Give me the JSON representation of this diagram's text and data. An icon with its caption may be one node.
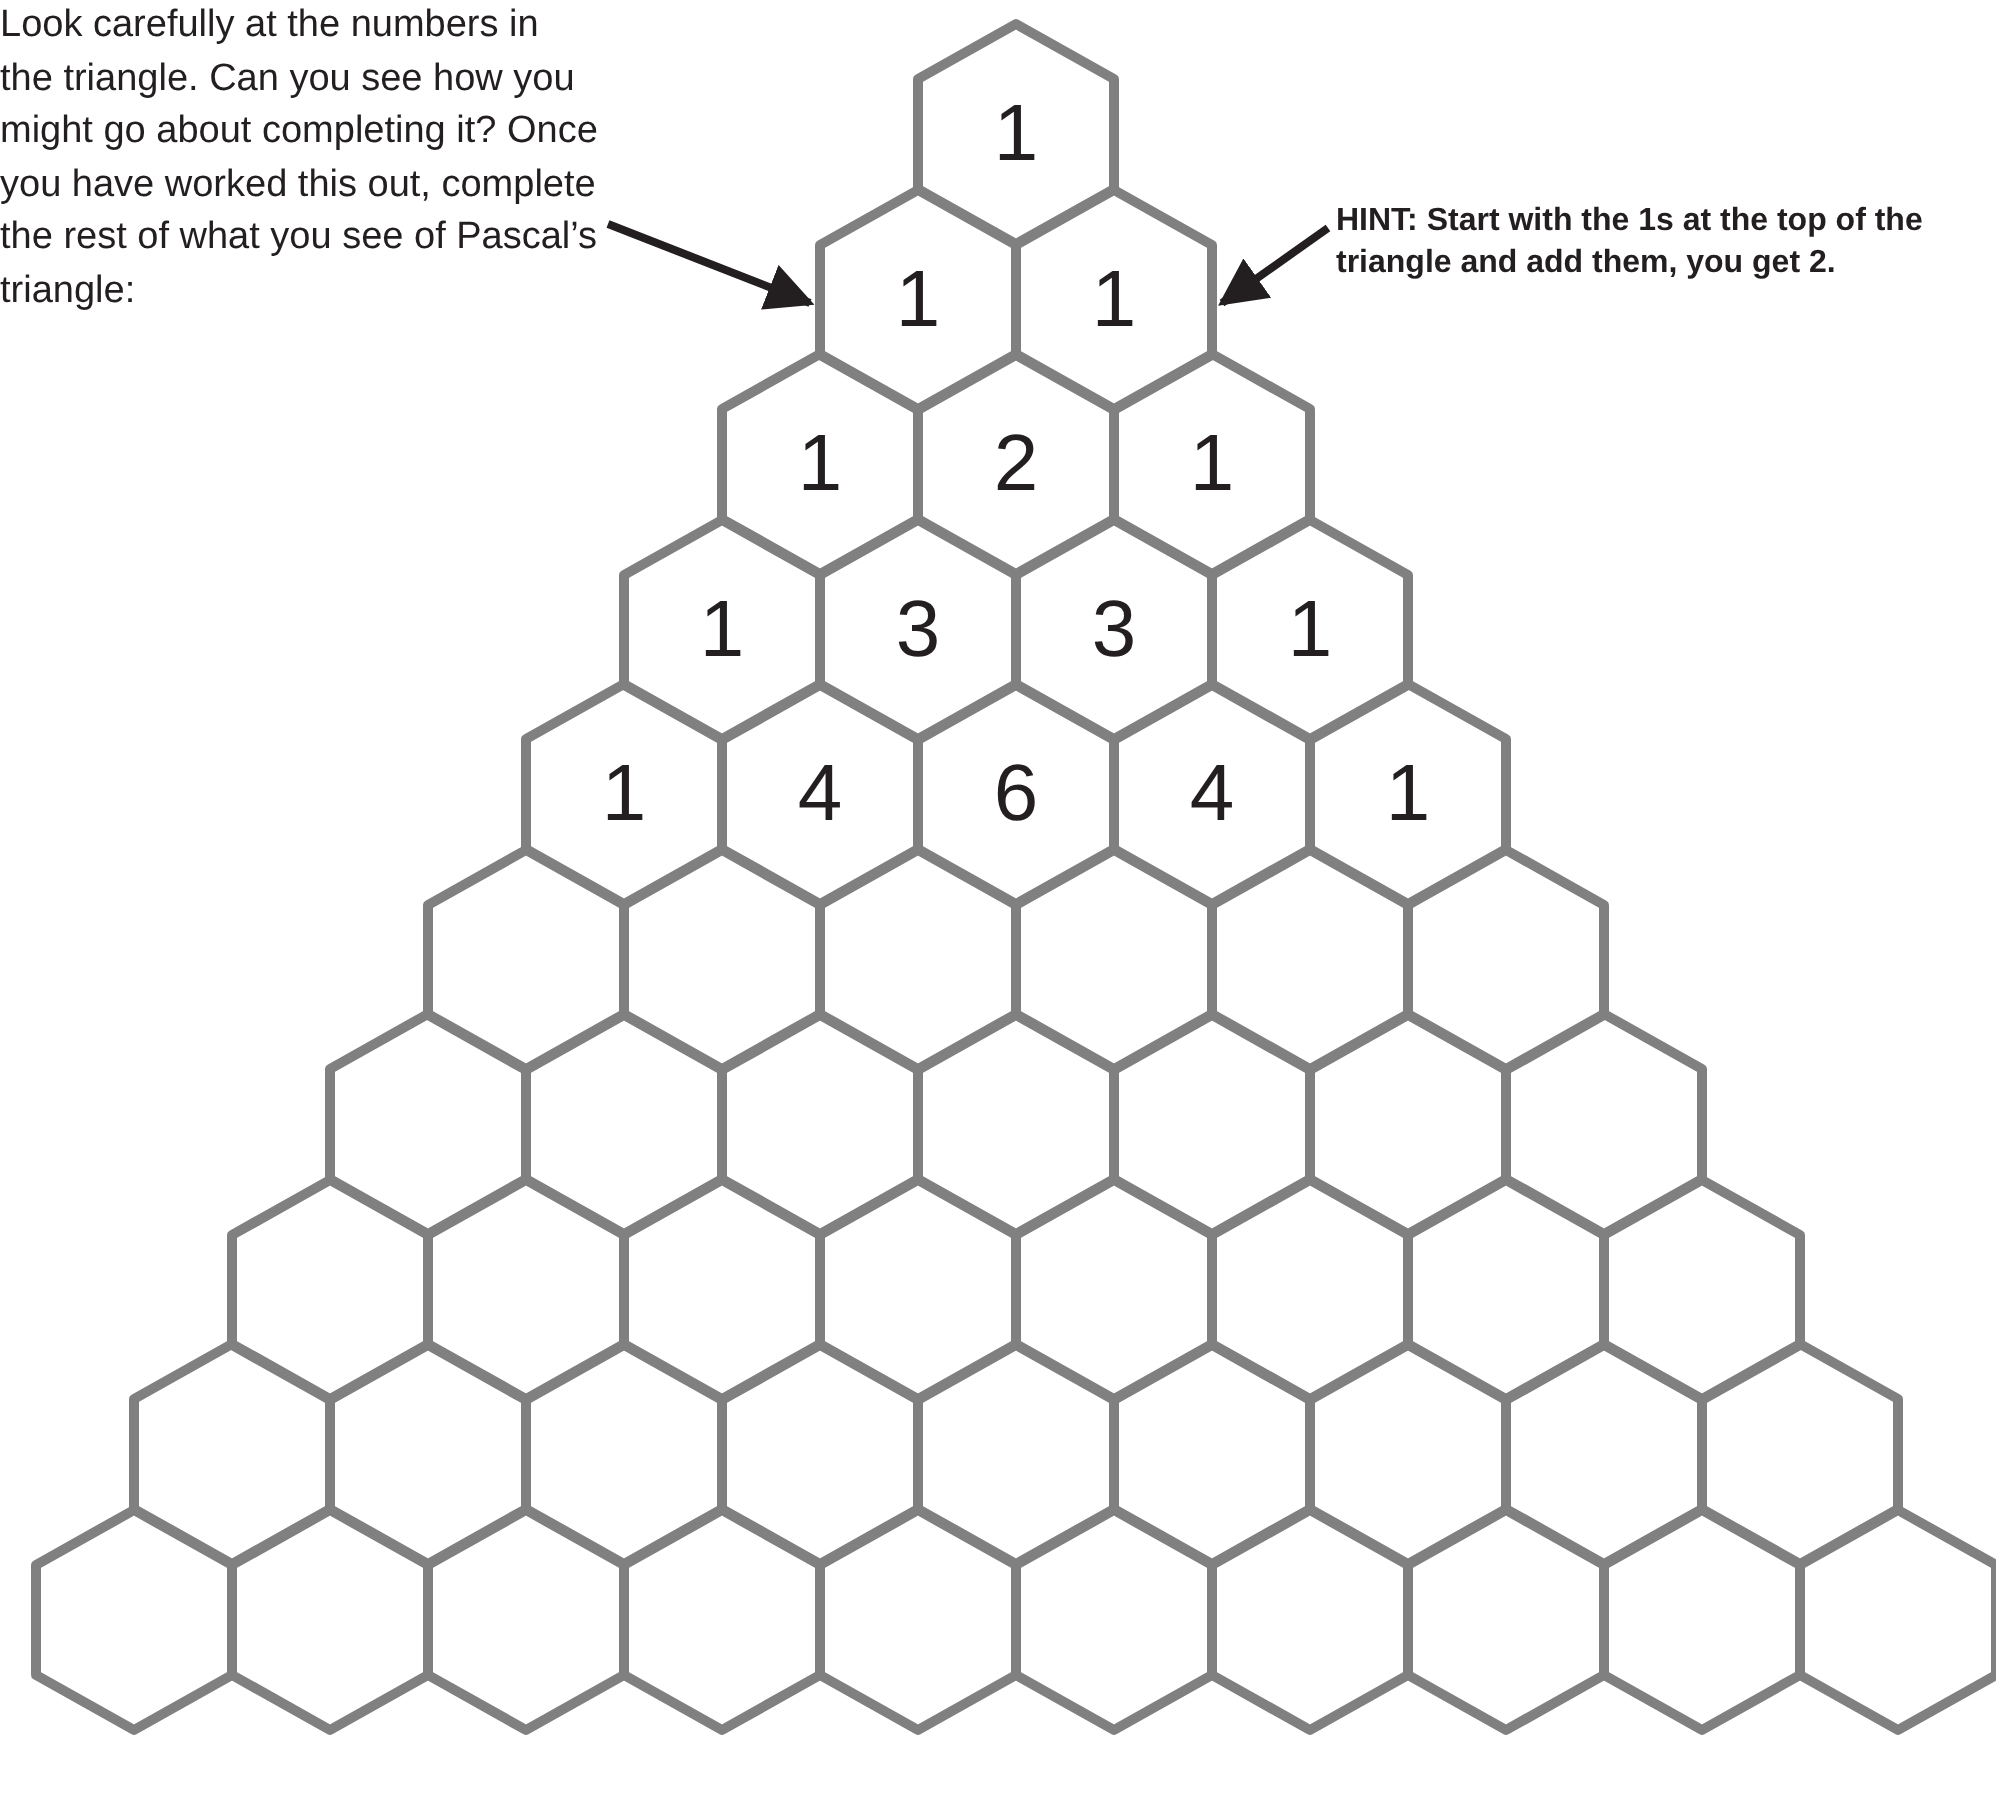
{
  "diagram": {
    "nodes": [
      {
        "text": [
          "Look carefully at the numbers in the triangle. Can you see how you might go about completing it? Once you have worked this out, complete the rest of what you see of Pascal’s triangle:"
        ]
      },
      {
        "text": [
          "HINT: Start with the 1s at the top of the triangle and add them, you get 2."
        ]
      },
      {
        "text": [
          "1"
        ]
      },
      {
        "text": [
          "1"
        ]
      },
      {
        "text": [
          "1"
        ]
      },
      {
        "text": [
          "1"
        ]
      },
      {
        "text": [
          "2"
        ]
      },
      {
        "text": [
          "1"
        ]
      },
      {
        "text": [
          "1"
        ]
      },
      {
        "text": [
          "3"
        ]
      },
      {
        "text": [
          "3"
        ]
      },
      {
        "text": [
          "1"
        ]
      },
      {
        "text": [
          "1"
        ]
      },
      {
        "text": [
          "4"
        ]
      },
      {
        "text": [
          "6"
        ]
      },
      {
        "text": [
          "4"
        ]
      },
      {
        "text": [
          "1"
        ]
      },
      {
        "text": [],
        "shape": "hexagon"
      },
      {
        "text": [],
        "shape": "hexagon"
      },
      {
        "text": [],
        "shape": "hexagon"
      },
      {
        "text": [],
        "shape": "hexagon"
      },
      {
        "text": [],
        "shape": "hexagon"
      },
      {
        "text": [],
        "shape": "hexagon"
      },
      {
        "text": [],
        "shape": "hexagon"
      },
      {
        "text": [],
        "shape": "hexagon"
      },
      {
        "text": [],
        "shape": "hexagon"
      },
      {
        "text": [],
        "shape": "hexagon"
      },
      {
        "text": [],
        "shape": "hexagon"
      },
      {
        "text": [],
        "shape": "hexagon"
      },
      {
        "text": [],
        "shape": "hexagon"
      },
      {
        "text": [],
        "shape": "hexagon"
      },
      {
        "text": [],
        "shape": "hexagon"
      },
      {
        "text": [],
        "shape": "hexagon"
      },
      {
        "text": [],
        "shape": "hexagon"
      },
      {
        "text": [],
        "shape": "hexagon"
      },
      {
        "text": [],
        "shape": "hexagon"
      },
      {
        "text": [],
        "shape": "hexagon"
      },
      {
        "text": [],
        "shape": "hexagon"
      },
      {
        "text": [],
        "shape": "hexagon"
      },
      {
        "text": [],
        "shape": "hexagon"
      },
      {
        "text": [],
        "shape": "hexagon"
      },
      {
        "text": [],
        "shape": "hexagon"
      },
      {
        "text": [],
        "shape": "hexagon"
      },
      {
        "text": [],
        "shape": "hexagon"
      },
      {
        "text": [],
        "shape": "hexagon"
      },
      {
        "text": [],
        "shape": "hexagon"
      },
      {
        "text": [],
        "shape": "hexagon"
      },
      {
        "text": [],
        "shape": "hexagon"
      },
      {
        "text": [],
        "shape": "hexagon"
      },
      {
        "text": [],
        "shape": "hexagon"
      },
      {
        "text": [],
        "shape": "hexagon"
      },
      {
        "text": [],
        "shape": "hexagon"
      },
      {
        "text": [],
        "shape": "hexagon"
      },
      {
        "text": [],
        "shape": "hexagon"
      },
      {
        "text": [],
        "shape": "hexagon"
      },
      {
        "text": [],
        "shape": "hexagon"
      },
      {
        "text": [],
        "shape": "hexagon"
      }
    ],
    "edges": [
      {
        "from": 0,
        "to": 3,
        "arrow": "to"
      },
      {
        "from": 1,
        "to": 4,
        "arrow": "to"
      }
    ]
  }
}
